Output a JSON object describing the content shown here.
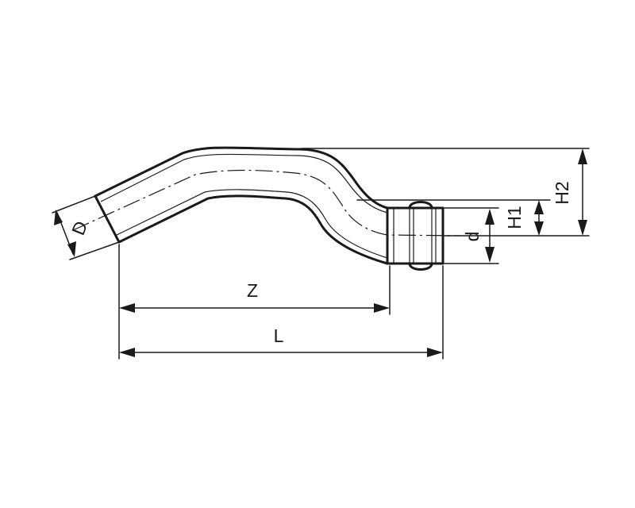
{
  "labels": {
    "outer_diameter": "D",
    "inner_diameter": "d",
    "offset_small": "H1",
    "offset_large": "H2",
    "insertion_length": "Z",
    "total_length": "L"
  }
}
